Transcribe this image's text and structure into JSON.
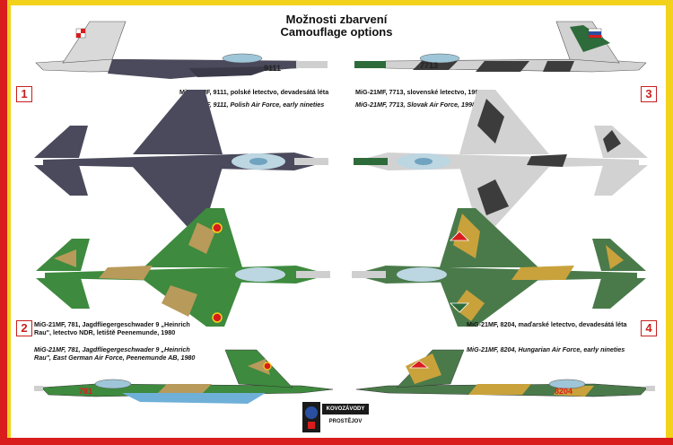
{
  "title": {
    "line1": "Možnosti zbarvení",
    "line2": "Camouflage options"
  },
  "options": [
    {
      "number": "1",
      "caption_cz": "MiG-21MF, 9111, polské letectvo, devadesátá léta",
      "caption_en": "MiG-21MF, 9111, Polish Air Force, early nineties",
      "serial": "9111"
    },
    {
      "number": "2",
      "caption_cz": "MiG-21MF, 781, Jagdfliegergeschwader 9 „Heinrich Rau\", letectvo NDR, letiště Peenemunde, 1980",
      "caption_en": "MiG-21MF, 781, Jagdfliegergeschwader 9 „Heinrich Rau\", East German Air Force, Peenemunde AB, 1980",
      "serial": "781"
    },
    {
      "number": "3",
      "caption_cz": "MiG-21MF, 7713, slovenské letectvo, 1998",
      "caption_en": "MiG-21MF, 7713, Slovak Air Force, 1998",
      "serial": "7713"
    },
    {
      "number": "4",
      "caption_cz": "MiG-21MF, 8204, maďarské letectvo, devadesátá léta",
      "caption_en": "MiG-21MF, 8204, Hungarian Air Force, early nineties",
      "serial": "8204"
    }
  ],
  "logo": {
    "line1": "KOVOZÁVODY",
    "line2": "PROSTĚJOV"
  },
  "colors": {
    "frame_red": "#d91c1c",
    "frame_yellow": "#f2d21b",
    "polish_grey": "#4a4a5c",
    "slovak_grey": "#c8c8c8",
    "slovak_dark": "#3c3c3c",
    "gdr_green": "#3e8a3e",
    "gdr_tan": "#b89a5a",
    "hun_green": "#4a7a4a",
    "hun_ochre": "#c9a23c"
  }
}
